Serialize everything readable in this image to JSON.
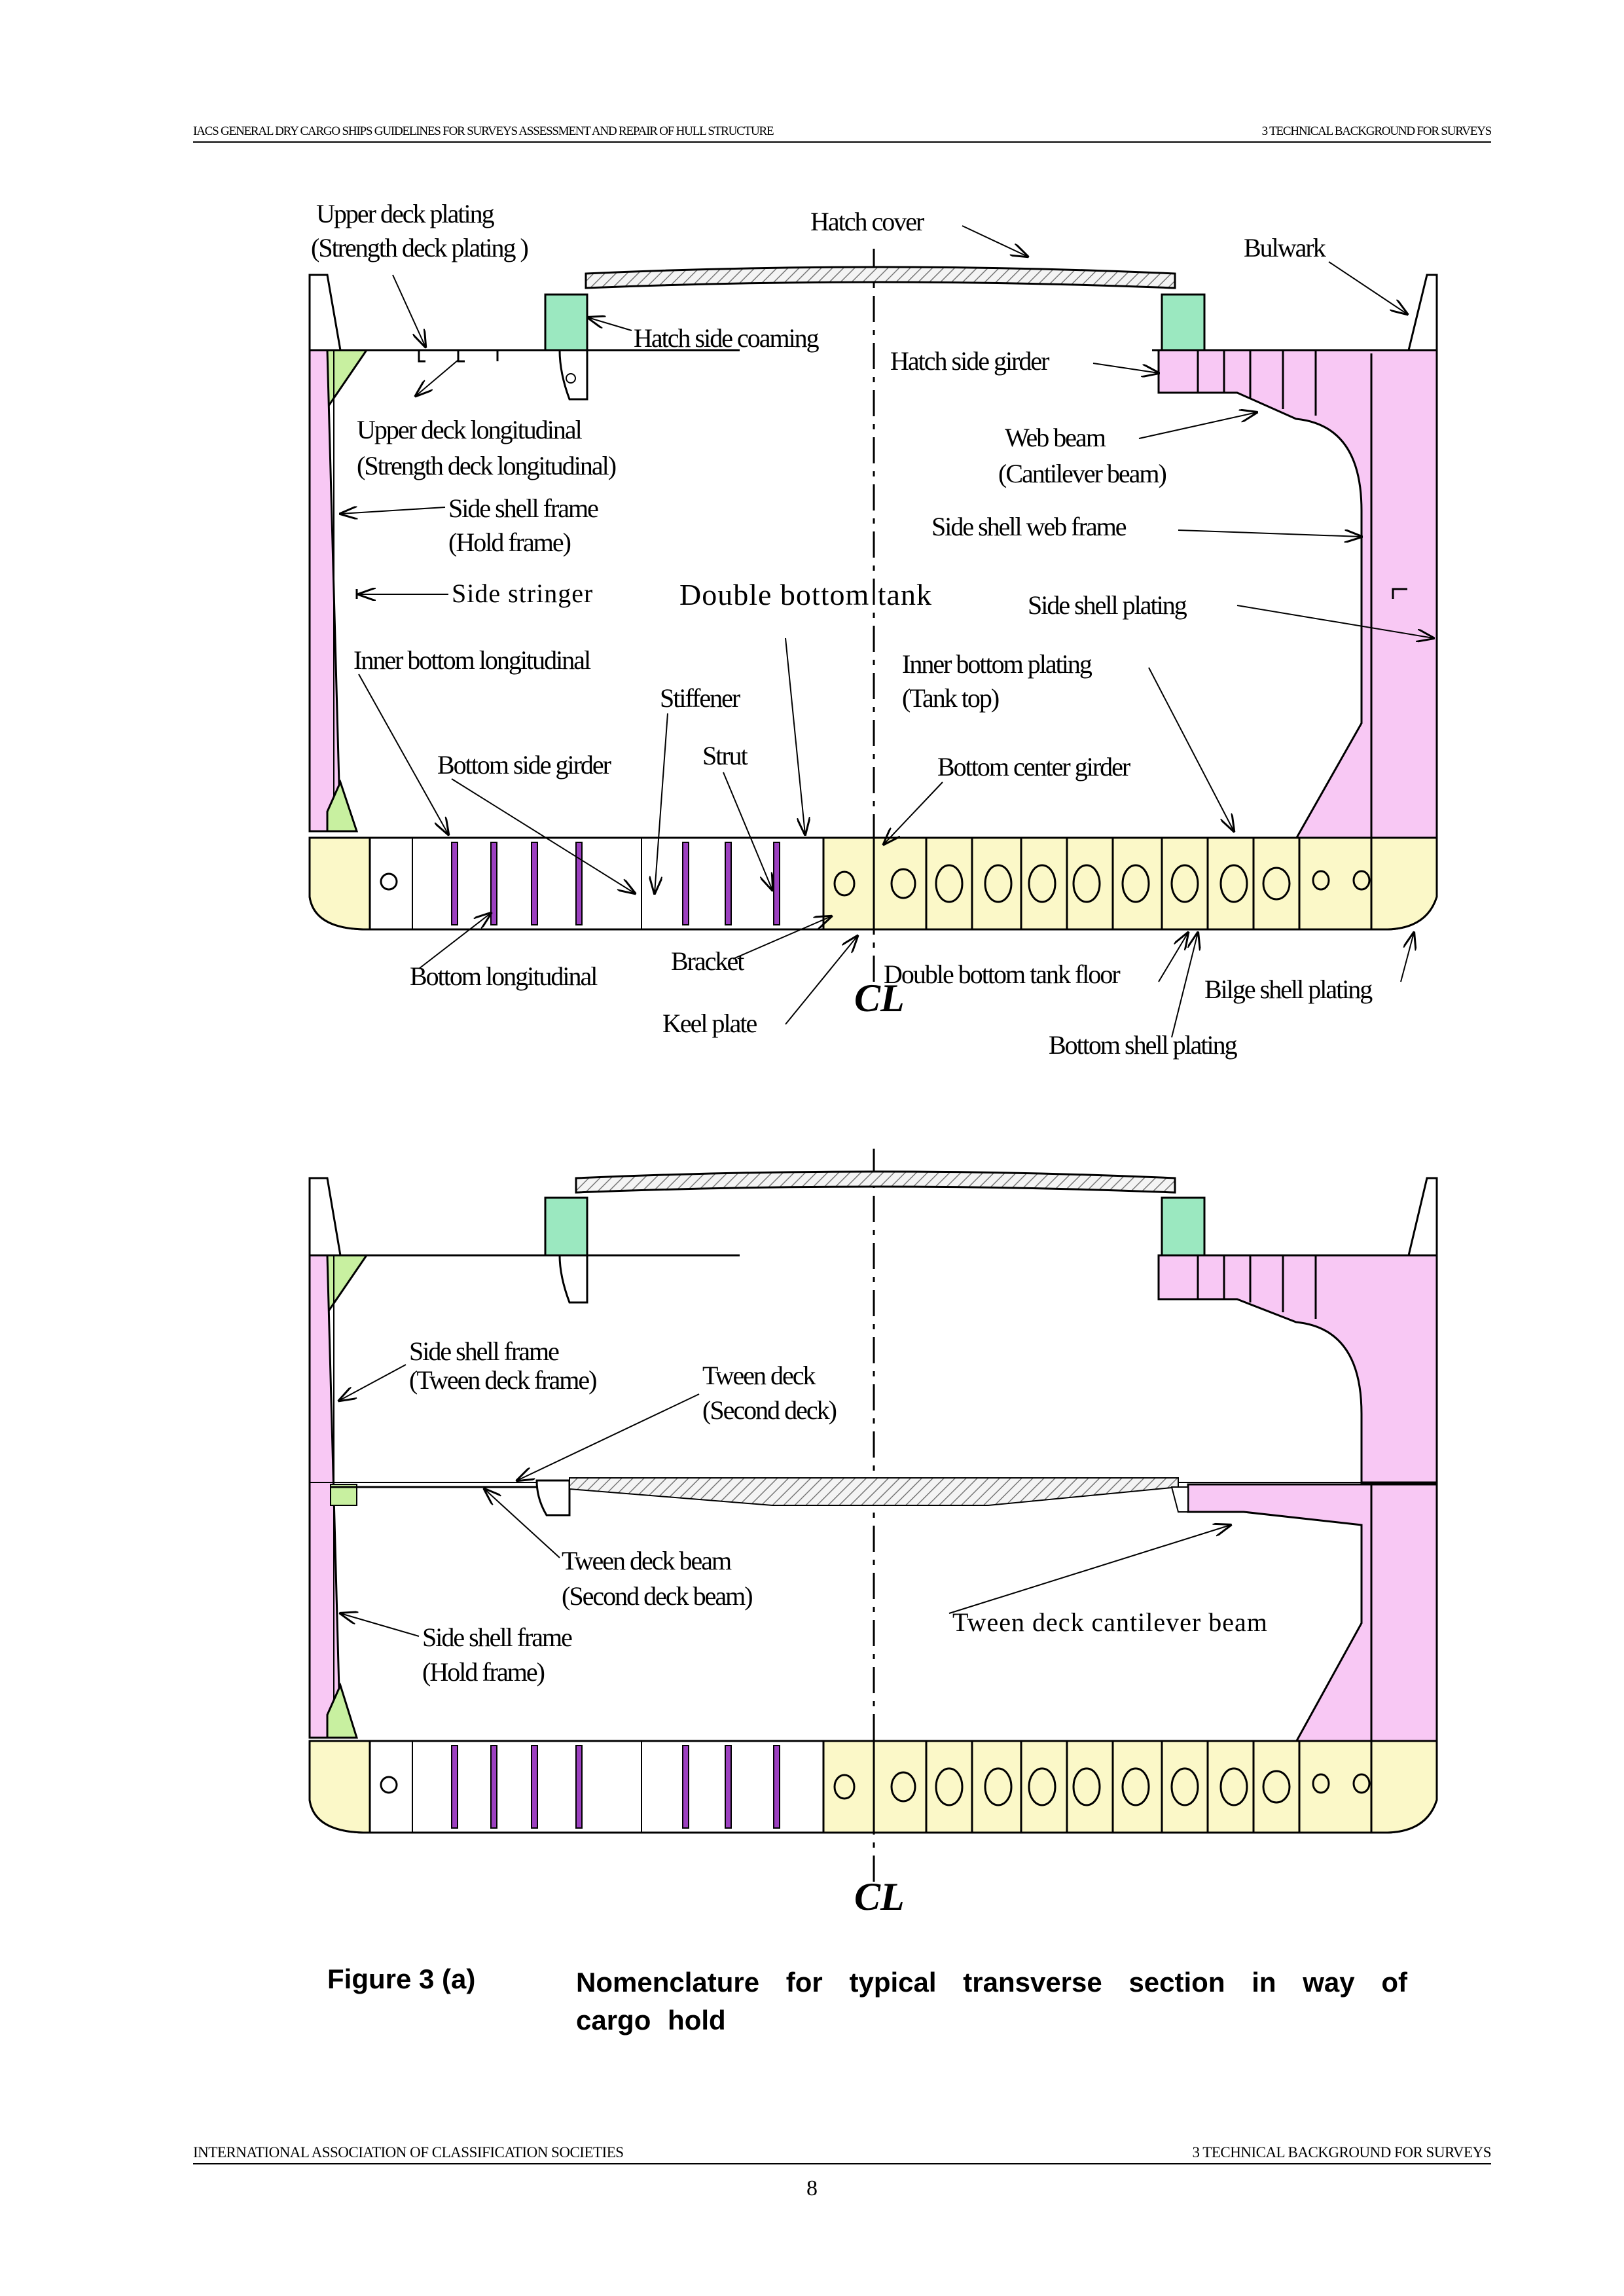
{
  "header": {
    "left": "IACS GENERAL DRY CARGO SHIPS GUIDELINES FOR SURVEYS ASSESSMENT AND REPAIR OF HULL STRUCTURE",
    "right": "3 TECHNICAL BACKGROUND FOR SURVEYS"
  },
  "figure_top": {
    "labels": {
      "upper_deck_plating": "Upper deck plating",
      "strength_deck_plating": "(Strength deck plating )",
      "hatch_cover": "Hatch cover",
      "bulwark": "Bulwark",
      "hatch_side_coaming": "Hatch side coaming",
      "hatch_side_girder": "Hatch side girder",
      "upper_deck_longitudinal": "Upper deck longitudinal",
      "strength_deck_longitudinal": "(Strength deck longitudinal)",
      "web_beam": "Web beam",
      "cantilever_beam": "(Cantilever beam)",
      "side_shell_frame": "Side shell frame",
      "hold_frame": "(Hold frame)",
      "side_shell_web_frame": "Side shell web frame",
      "side_stringer": "Side stringer",
      "double_bottom_tank": "Double bottom tank",
      "side_shell_plating": "Side shell plating",
      "inner_bottom_longitudinal": "Inner bottom longitudinal",
      "inner_bottom_plating": "Inner bottom plating",
      "tank_top": "(Tank top)",
      "stiffener": "Stiffener",
      "strut": "Strut",
      "bottom_side_girder": "Bottom side girder",
      "bottom_center_girder": "Bottom center girder",
      "bottom_longitudinal": "Bottom longitudinal",
      "bracket": "Bracket",
      "double_bottom_tank_floor": "Double bottom tank floor",
      "bilge_shell_plating": "Bilge shell plating",
      "keel_plate": "Keel plate",
      "bottom_shell_plating": "Bottom shell plating",
      "centerline": "CL"
    }
  },
  "figure_bottom": {
    "labels": {
      "side_shell_frame_tween": "Side shell frame",
      "tween_deck_frame": "(Tween deck frame)",
      "tween_deck": "Tween deck",
      "second_deck": "(Second deck)",
      "tween_deck_beam": "Tween deck beam",
      "second_deck_beam": "(Second deck beam)",
      "tween_deck_cantilever_beam": "Tween deck cantilever beam",
      "side_shell_frame_hold": "Side shell frame",
      "hold_frame": "(Hold frame)",
      "centerline": "CL"
    }
  },
  "caption": {
    "number": "Figure 3 (a)",
    "text": "Nomenclature for typical transverse section in way of cargo hold"
  },
  "footer": {
    "left": "INTERNATIONAL ASSOCIATION OF CLASSIFICATION SOCIETIES",
    "right": "3  TECHNICAL BACKGROUND FOR SURVEYS"
  },
  "page_number": "8",
  "colors": {
    "pink": "#f8c8f4",
    "yellow": "#fbf8c8",
    "green": "#c8f0a0",
    "teal": "#9be8c0",
    "purple": "#9c40c0"
  }
}
